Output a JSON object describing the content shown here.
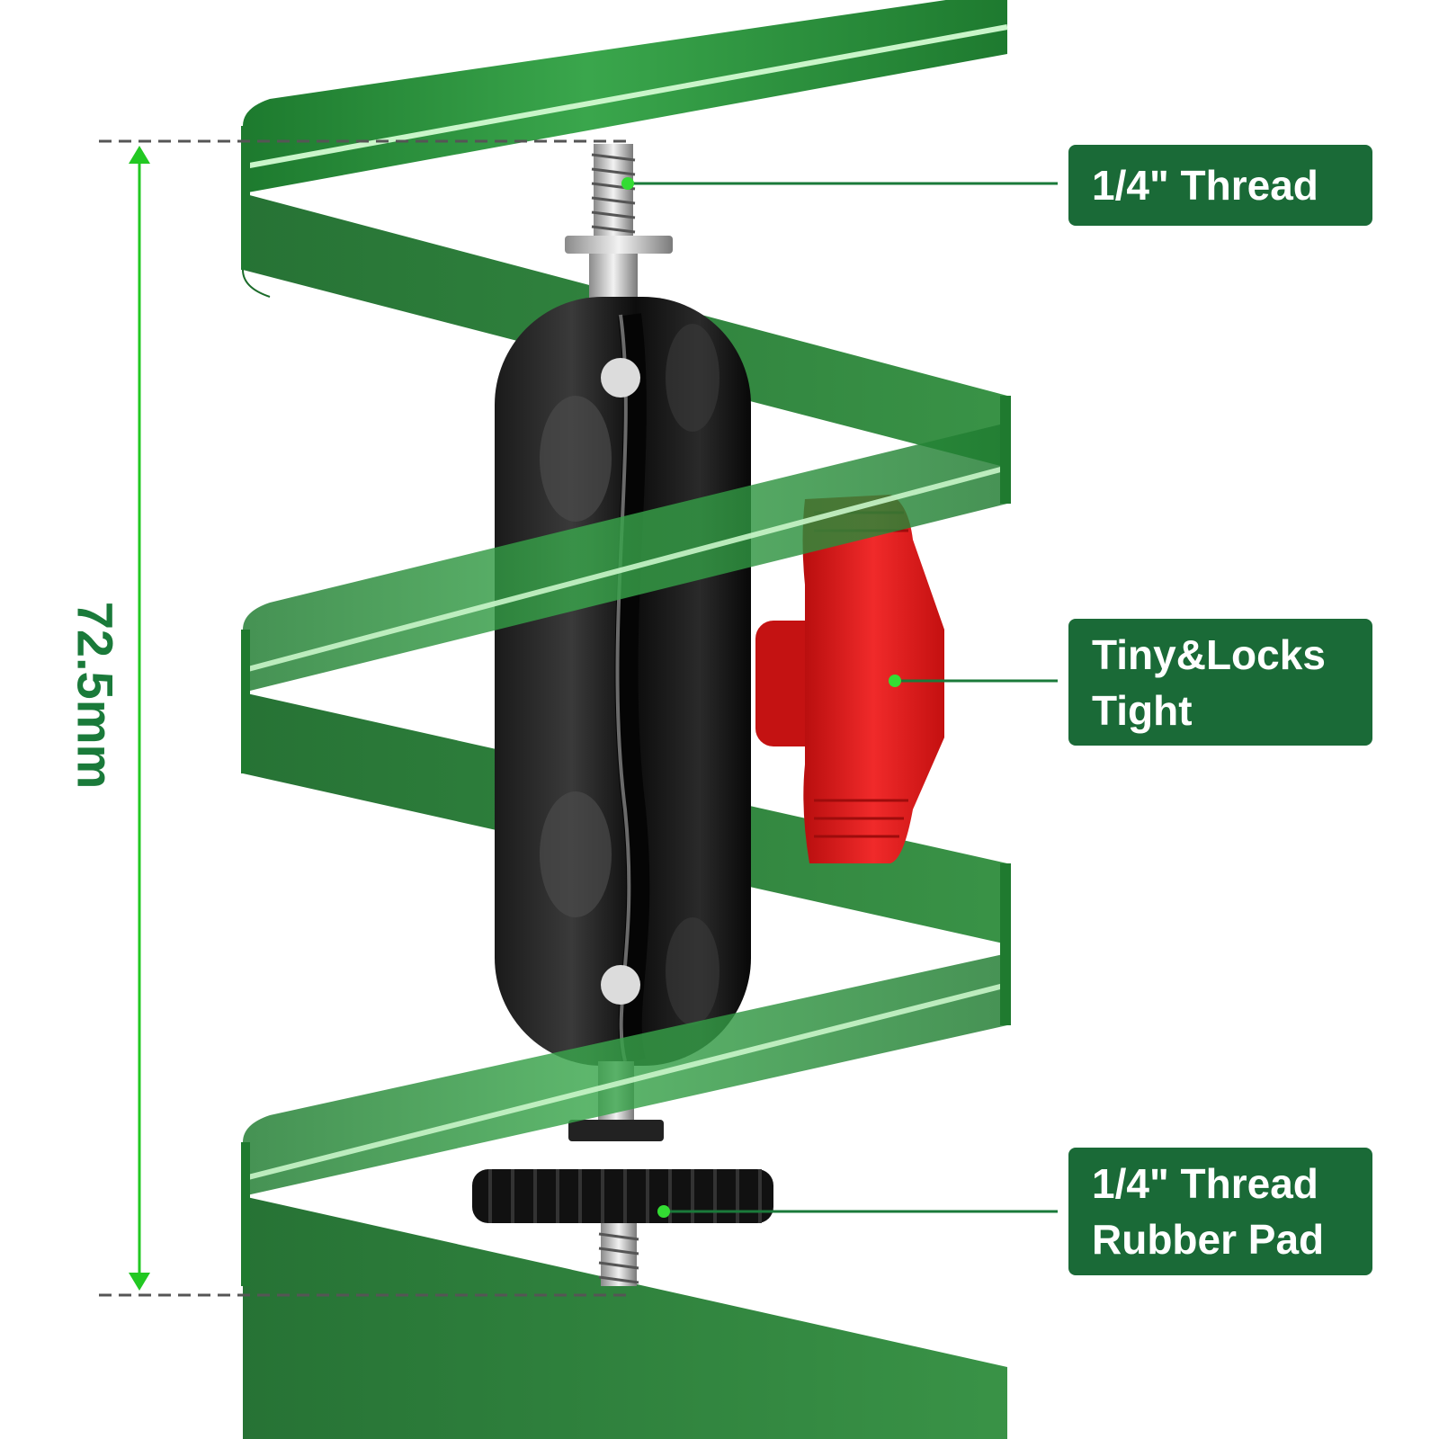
{
  "dimension": {
    "height_label": "72.5mm"
  },
  "callouts": [
    {
      "id": "top-thread",
      "lines": [
        "1/4\" Thread"
      ]
    },
    {
      "id": "lock-knob",
      "lines": [
        "Tiny&Locks",
        "Tight"
      ]
    },
    {
      "id": "bottom-thread",
      "lines": [
        "1/4\" Thread",
        "Rubber Pad"
      ]
    }
  ],
  "colors": {
    "ribbon": "#2e9a42",
    "ribbon_dark": "#1f6e30",
    "label_bg": "#1a6a37",
    "dimension_text": "#1a7a3a",
    "arrow": "#22c822",
    "knob": "#e01818"
  }
}
